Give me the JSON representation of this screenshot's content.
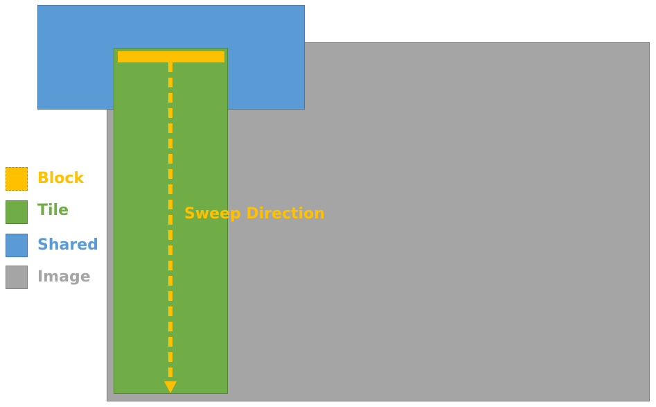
{
  "colors": {
    "block": "#ffc000",
    "tile": "#70ad47",
    "shared": "#5b9bd5",
    "image": "#a5a5a5"
  },
  "diagram": {
    "sweep_label": "Sweep Direction"
  },
  "legend": {
    "items": [
      {
        "label": "Block",
        "color_key": "block",
        "icon": "dashed-square-swatch"
      },
      {
        "label": "Tile",
        "color_key": "tile",
        "icon": "square-swatch"
      },
      {
        "label": "Shared",
        "color_key": "shared",
        "icon": "square-swatch"
      },
      {
        "label": "Image",
        "color_key": "image",
        "icon": "square-swatch"
      }
    ]
  }
}
